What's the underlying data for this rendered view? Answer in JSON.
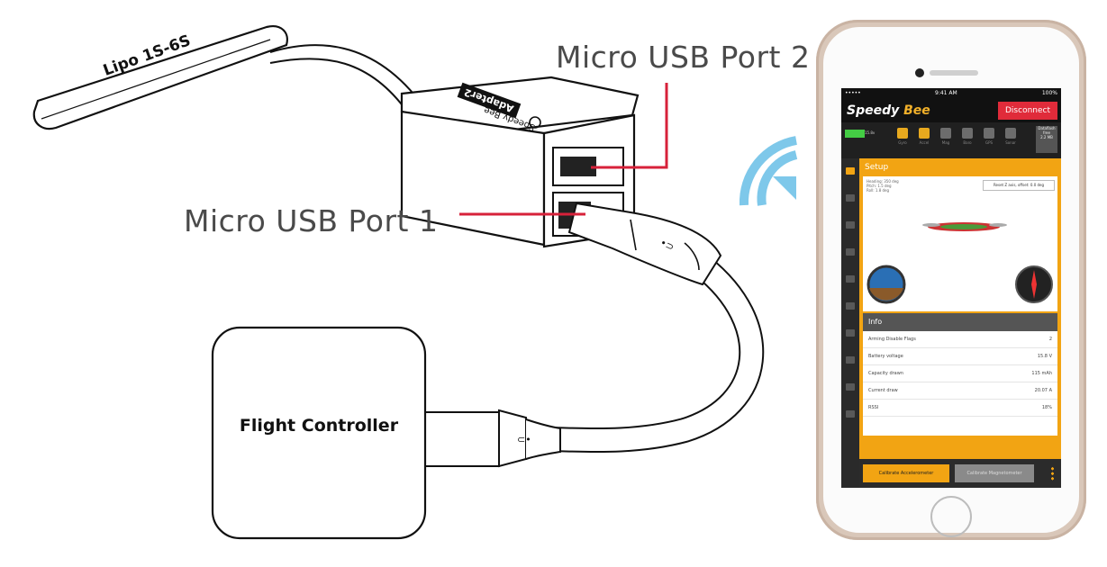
{
  "labels": {
    "micro_usb_port_2": "Micro USB Port 2",
    "micro_usb_port_1": "Micro USB Port 1",
    "flight_controller": "Flight Controller",
    "lipo": "Lipo 1S-6S",
    "adapter_brand": "Adapter2",
    "adapter_name": "Speedy Bee"
  },
  "colors": {
    "leader_line": "#d7213a",
    "wifi": "#7ec8ea",
    "phone_body": "#d9c7b9",
    "app_accent": "#f2a413",
    "disconnect": "#e02b3a"
  },
  "phone_screen": {
    "carrier": "•••••",
    "time": "9:41 AM",
    "battery": "100%",
    "app_name_part1": "Speedy",
    "app_name_part2": "Bee",
    "disconnect_label": "Disconnect",
    "toolbar": {
      "battery_voltage": "15.8v",
      "items": [
        "Gyro",
        "Accel",
        "Mag",
        "Baro",
        "GPS",
        "Sonar"
      ],
      "dataflash_label": "Dataflash free",
      "dataflash_value": "2.2 MB"
    },
    "setup": {
      "title": "Setup",
      "heading": "Heading: 350 deg",
      "pitch": "Pitch: 1.5 deg",
      "roll": "Roll: 1.8 deg",
      "reset_label": "Reset Z axis, offset: 0.0 deg"
    },
    "info": {
      "title": "Info",
      "rows": [
        {
          "label": "Arming Disable Flags",
          "value": "2"
        },
        {
          "label": "Battery voltage",
          "value": "15.8 V"
        },
        {
          "label": "Capacity drawn",
          "value": "115 mAh"
        },
        {
          "label": "Current draw",
          "value": "20.07 A"
        },
        {
          "label": "RSSI",
          "value": "18%"
        }
      ]
    },
    "buttons": {
      "calibrate_acc": "Calibrate Accelerometer",
      "calibrate_mag": "Calibrate Magnetometer"
    }
  }
}
